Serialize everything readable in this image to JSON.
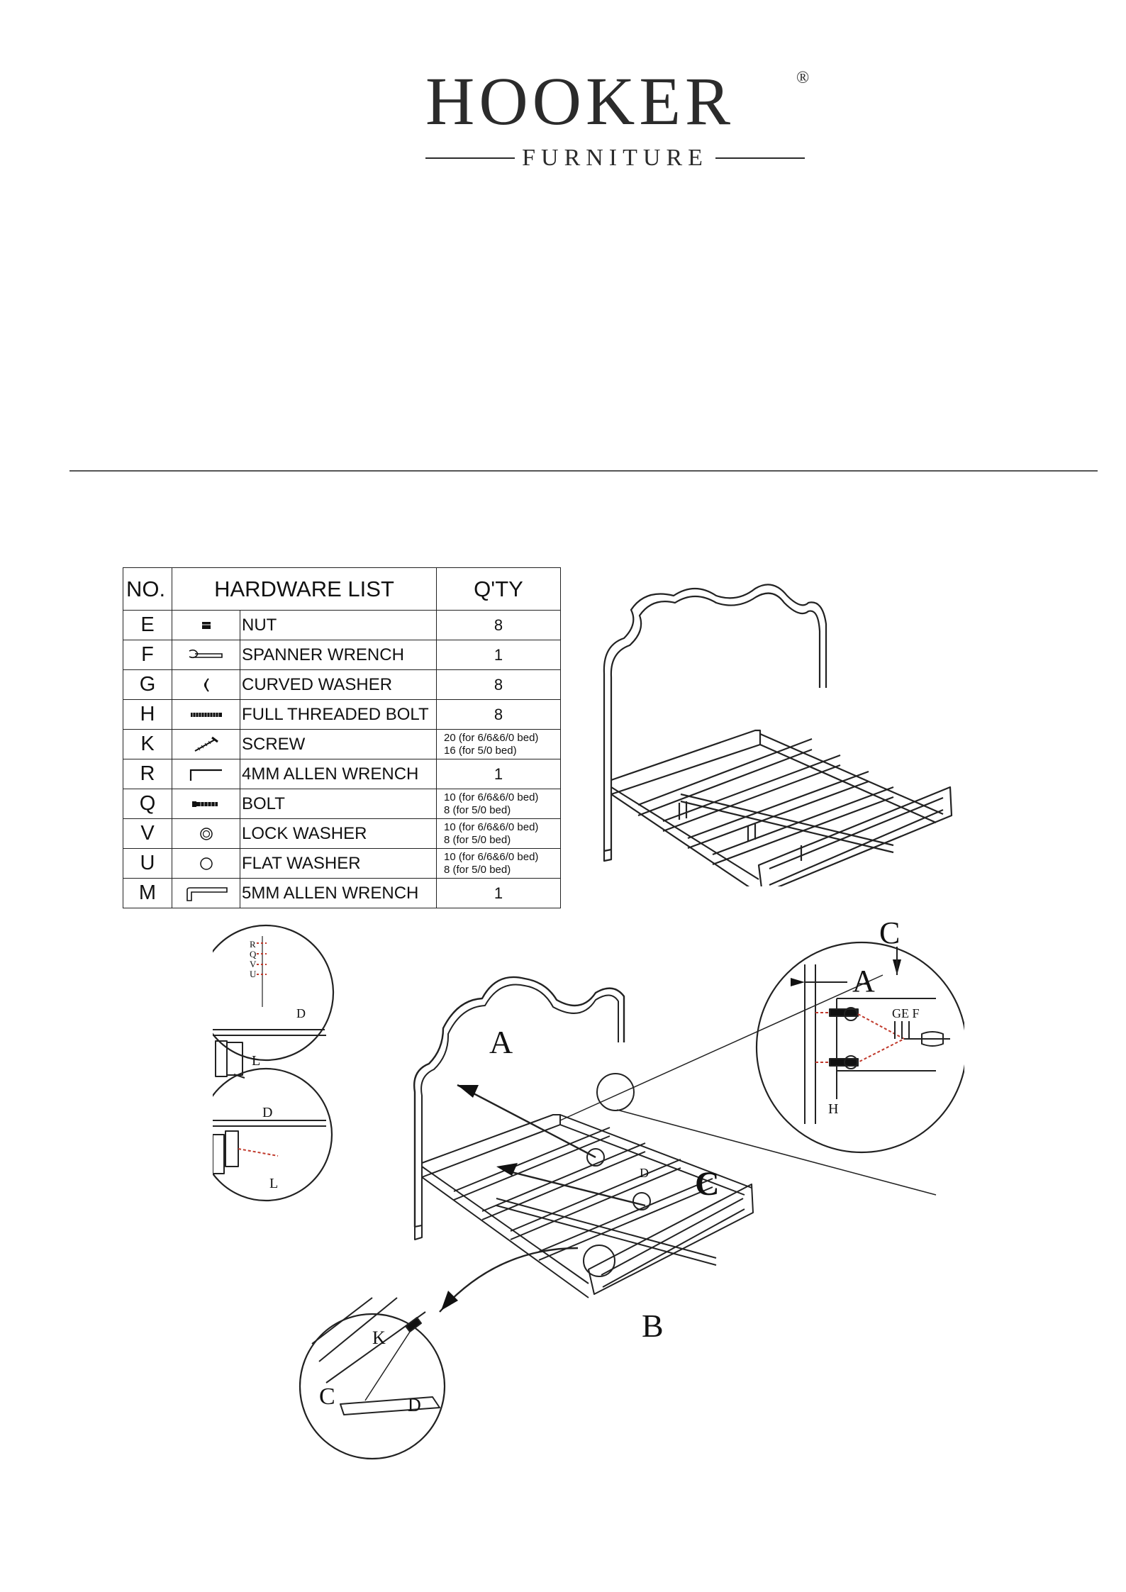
{
  "logo": {
    "brand": "HOOKER",
    "registered": "®",
    "sub": "FURNITURE"
  },
  "hardware": {
    "headers": {
      "no": "NO.",
      "list": "HARDWARE LIST",
      "qty": "Q'TY"
    },
    "rows": [
      {
        "no": "E",
        "icon": "nut-icon",
        "name": "NUT",
        "qty": "8"
      },
      {
        "no": "F",
        "icon": "spanner-wrench-icon",
        "name": "SPANNER WRENCH",
        "qty": "1"
      },
      {
        "no": "G",
        "icon": "curved-washer-icon",
        "name": "CURVED WASHER",
        "qty": "8"
      },
      {
        "no": "H",
        "icon": "threaded-bolt-icon",
        "name": "FULL THREADED BOLT",
        "qty": "8"
      },
      {
        "no": "K",
        "icon": "screw-icon",
        "name": "SCREW",
        "qty_lines": [
          "20 (for 6/6&6/0 bed)",
          "16 (for 5/0 bed)"
        ]
      },
      {
        "no": "R",
        "icon": "allen-wrench-4mm-icon",
        "name": "4MM ALLEN WRENCH",
        "qty": "1"
      },
      {
        "no": "Q",
        "icon": "bolt-icon",
        "name": "BOLT",
        "qty_lines": [
          "10 (for 6/6&6/0 bed)",
          "8  (for 5/0 bed)"
        ]
      },
      {
        "no": "V",
        "icon": "lock-washer-icon",
        "name": "LOCK WASHER",
        "qty_lines": [
          "10 (for 6/6&6/0 bed)",
          "8  (for 5/0 bed)"
        ]
      },
      {
        "no": "U",
        "icon": "flat-washer-icon",
        "name": "FLAT WASHER",
        "qty_lines": [
          "10 (for 6/6&6/0 bed)",
          "8  (for 5/0 bed)"
        ]
      },
      {
        "no": "M",
        "icon": "allen-wrench-5mm-icon",
        "name": "5MM ALLEN WRENCH",
        "qty": "1"
      }
    ]
  },
  "diagram": {
    "part_a": "A",
    "part_b": "B",
    "part_c": "C",
    "top_left": {
      "r": "R",
      "q": "Q",
      "v": "V",
      "u": "U",
      "d": "D",
      "l": "L"
    },
    "mid_left": {
      "d": "D",
      "l": "L"
    },
    "rail_d": "D",
    "right": {
      "c": "C",
      "a": "A",
      "gef": "GE F",
      "h": "H"
    },
    "bottom": {
      "k": "K",
      "c": "C",
      "d": "D"
    }
  }
}
